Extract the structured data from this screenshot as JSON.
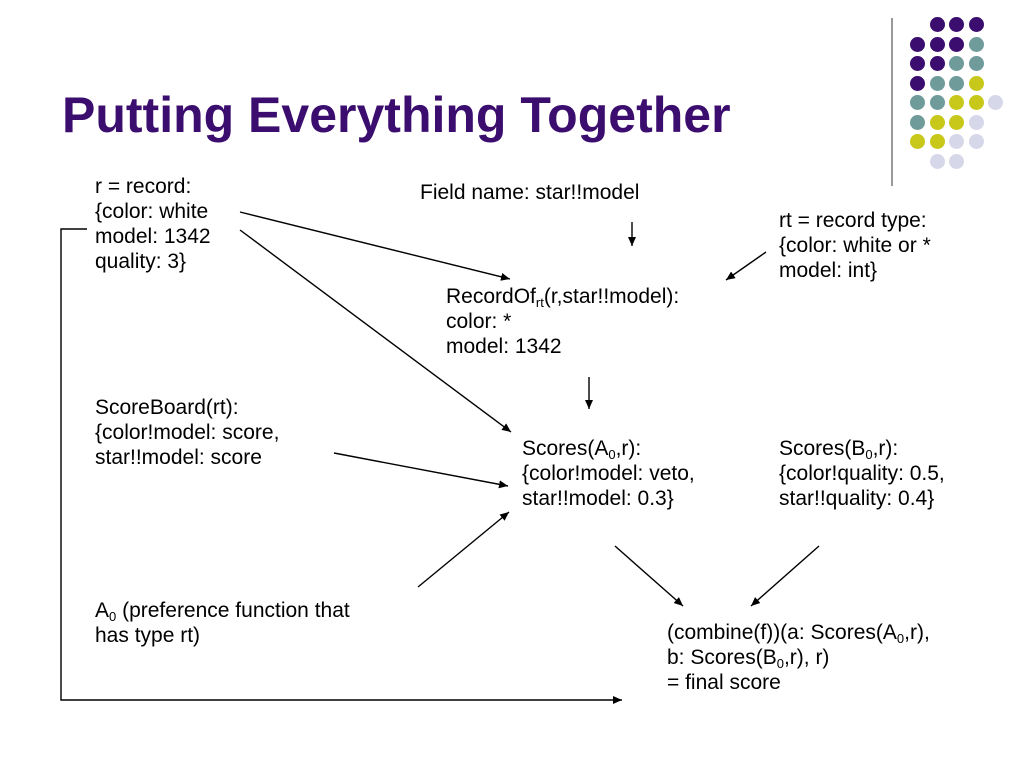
{
  "title": "Putting Everything Together",
  "decor": {
    "colors": {
      "purple": "#3b0d6e",
      "teal": "#6f9b9b",
      "lime": "#c8c81a",
      "lavender": "#d7d7ea"
    },
    "dot_rows": [
      [
        "purple",
        "purple",
        "purple"
      ],
      [
        "purple",
        "purple",
        "purple",
        "teal"
      ],
      [
        "purple",
        "purple",
        "teal",
        "teal"
      ],
      [
        "purple",
        "teal",
        "teal",
        "lime"
      ],
      [
        "teal",
        "teal",
        "lime",
        "lime",
        "lavender"
      ],
      [
        "teal",
        "lime",
        "lime",
        "lavender"
      ],
      [
        "lime",
        "lime",
        "lavender",
        "lavender"
      ],
      [
        "lavender",
        "lavender"
      ]
    ]
  },
  "record": {
    "lines": [
      "r = record:",
      "{color: white",
      "model: 1342",
      "quality: 3}"
    ]
  },
  "field_name": "Field name: star!!model",
  "record_type": {
    "lines": [
      "rt = record type:",
      "{color: white or *",
      "model: int}"
    ]
  },
  "recordof": {
    "fn": "RecordOf",
    "sub": "rt",
    "args": "(r,star!!model):",
    "line2": "color: *",
    "line3": "model: 1342"
  },
  "scoreboard": {
    "lines": [
      "ScoreBoard(rt):",
      "{color!model: score,",
      "star!!model: score"
    ]
  },
  "scores_a": {
    "pre": "Scores(A",
    "sub": "0",
    "post": ",r):",
    "line2": "{color!model: veto,",
    "line3": "star!!model: 0.3}"
  },
  "scores_b": {
    "pre": "Scores(B",
    "sub": "0",
    "post": ",r):",
    "line2": "{color!quality: 0.5,",
    "line3": "star!!quality: 0.4}"
  },
  "a0": {
    "pre": "A",
    "sub": "0",
    "post": " (preference function that",
    "line2": "has type rt)"
  },
  "combine": {
    "l1_pre": "(combine(f))(a: Scores(A",
    "l1_sub": "0",
    "l1_post": ",r),",
    "l2_pre": "b: Scores(B",
    "l2_sub": "0",
    "l2_post": ",r), r)",
    "l3": "= final score"
  }
}
